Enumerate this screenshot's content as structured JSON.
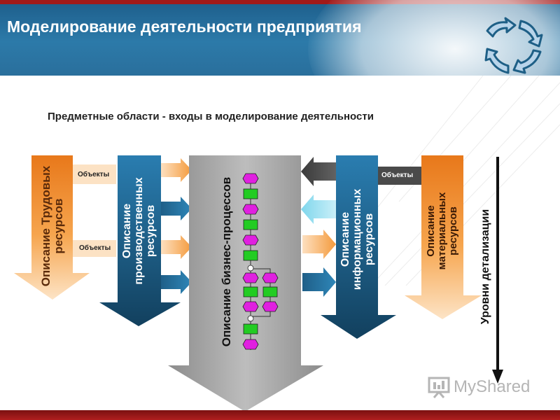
{
  "header": {
    "title": "Моделирование деятельности предприятия"
  },
  "subtitle": "Предметные области - входы в моделирование деятельности",
  "colors": {
    "header_blue": "#2a6f9c",
    "orange": "#f08a24",
    "dark_blue": "#1e5f86",
    "gray": "#a8a8a8",
    "magenta": "#e020e0",
    "green": "#22cc22"
  },
  "labels": {
    "labor": "Описание Трудовых ресурсов",
    "production": "Описание производственных ресурсов",
    "business": "Описание бизнес-процессов",
    "information": "Описание информационных ресурсов",
    "material": "Описание материальных ресурсов",
    "detail": "Уровни детализации",
    "objects_1": "Объекты",
    "objects_2": "Объекты",
    "objects_3": "Объекты"
  },
  "icons": {
    "logo": "recycle-arrows-icon",
    "watermark": "presentation-board-icon"
  },
  "watermark": "MyShared"
}
